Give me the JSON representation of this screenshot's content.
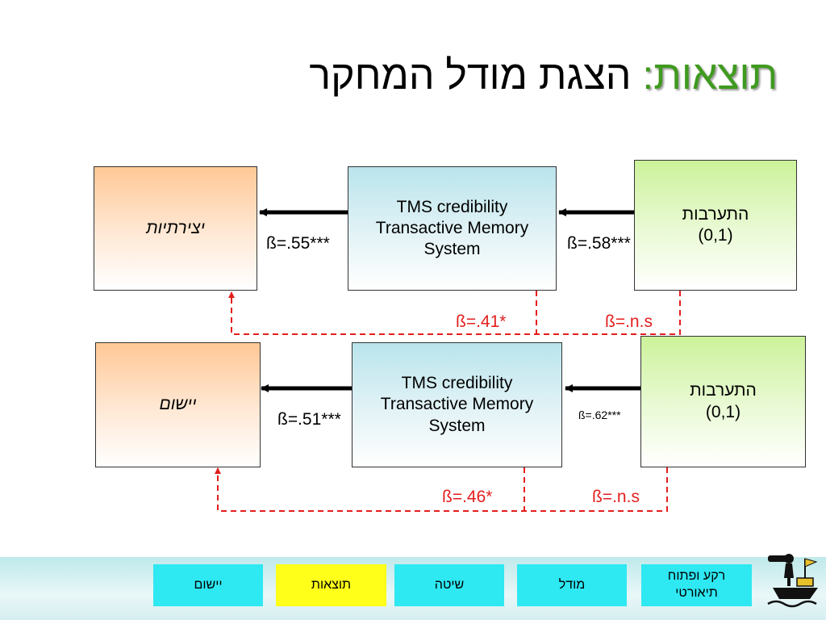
{
  "title": {
    "accent": "תוצאות:",
    "main": " הצגת מודל המחקר"
  },
  "diagram": {
    "row1": {
      "outcome": "יצירתיות",
      "mediator": "TMS credibility\nTransactive Memory\nSystem",
      "intervention": "התערבות\n(0,1)",
      "beta_mediator_outcome": "ß=.55***",
      "beta_intervention_mediator": "ß=.58***",
      "beta_direct_mediator": "ß=.41*",
      "beta_direct_intervention": "ß=.n.s"
    },
    "row2": {
      "outcome": "יישום",
      "mediator": "TMS credibility\nTransactive Memory\nSystem",
      "intervention": "התערבות\n(0,1)",
      "beta_mediator_outcome": "ß=.51***",
      "beta_intervention_mediator": "ß=.62***",
      "beta_direct_mediator": "ß=.46*",
      "beta_direct_intervention": "ß=.n.s"
    }
  },
  "nav": {
    "items": [
      {
        "label": "יישום",
        "active": false
      },
      {
        "label": "תוצאות",
        "active": true
      },
      {
        "label": "שיטה",
        "active": false
      },
      {
        "label": "מודל",
        "active": false
      },
      {
        "label": "רקע ופתוח\nתיאורטי",
        "active": false
      }
    ]
  },
  "colors": {
    "title_accent": "#3f9a1f",
    "dashed_link": "#e31e1e",
    "nav_button": "#2ee8f2",
    "nav_active": "#ffff1a"
  }
}
